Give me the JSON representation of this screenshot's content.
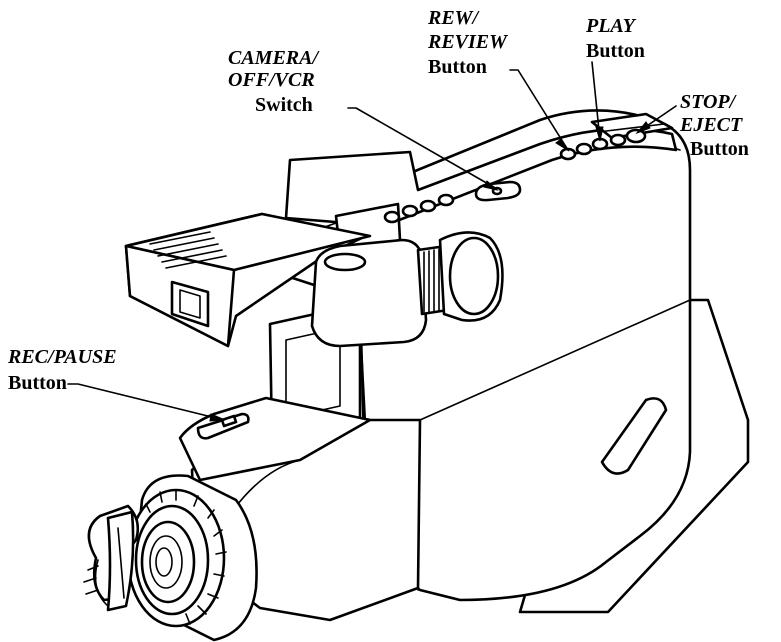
{
  "callouts": {
    "camera_switch": {
      "line1": "CAMERA/",
      "line2": "OFF/VCR",
      "line3": "Switch"
    },
    "rew_review": {
      "line1": "REW/",
      "line2": "REVIEW",
      "line3": "Button"
    },
    "play": {
      "line1": "PLAY",
      "line2": "Button"
    },
    "stop_eject": {
      "line1": "STOP/",
      "line2": "EJECT",
      "line3": "Button"
    },
    "rec_pause": {
      "line1": "REC/PAUSE",
      "line2": "Button"
    }
  },
  "colors": {
    "ink": "#000000",
    "paper": "#ffffff"
  }
}
